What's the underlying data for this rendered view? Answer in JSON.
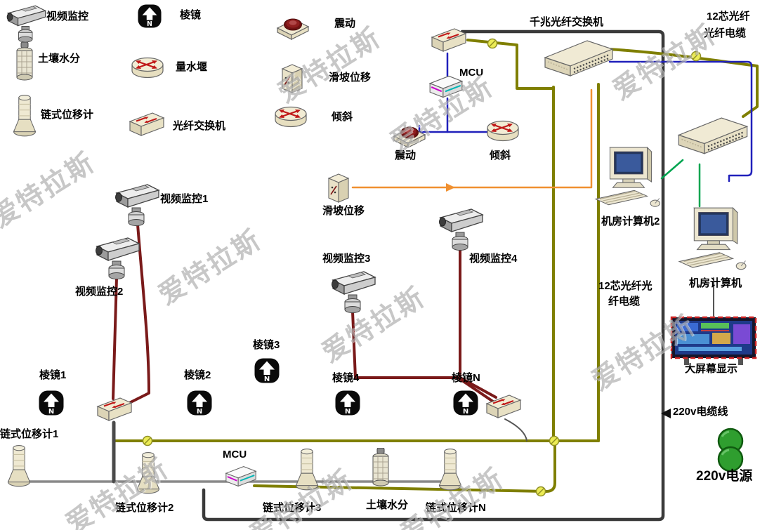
{
  "watermark": "爱特拉斯",
  "legend": {
    "video": "视频监控",
    "soil": "土壤水分",
    "chain": "链式位移计",
    "prism": "棱镜",
    "weir": "量水堰",
    "fiber_switch": "光纤交换机",
    "vibration": "震动",
    "landslide": "滑坡位移",
    "tilt": "倾斜"
  },
  "backbone": {
    "gigabit_switch": "千兆光纤交换机",
    "fiber_cable_top_line1": "12芯光纤",
    "fiber_cable_top_line2": "光纤电缆",
    "fiber_cable_right_line1": "12芯光纤光",
    "fiber_cable_right_line2": "纤电缆",
    "mcu": "MCU",
    "vibration": "震动",
    "tilt": "倾斜",
    "landslide": "滑坡位移"
  },
  "control_room": {
    "computer2": "机房计算机2",
    "computer1": "机房计算机",
    "big_screen": "大屏幕显示",
    "power_cable": "220v电缆线",
    "power_source": "220v电源"
  },
  "field": {
    "cam1": "视频监控1",
    "cam2": "视频监控2",
    "cam3": "视频监控3",
    "cam4": "视频监控4",
    "prism1": "棱镜1",
    "prism2": "棱镜2",
    "prism3": "棱镜3",
    "prism4": "棱镜4",
    "prismN": "棱镜N",
    "chain1": "链式位移计1",
    "chain2": "链式位移计2",
    "chain3": "链式位移计3",
    "chainN": "链式位移计N",
    "soil": "土壤水分",
    "mcu": "MCU"
  },
  "colors": {
    "camera_cable": "#7a1a1a",
    "fiber_cable": "#7f7f00",
    "mcu_cable": "#2020bb",
    "sensor_cable": "#f09030",
    "lan_cable": "#00a550",
    "rs485_cable": "#8a8a8a",
    "power_cable": "#3a3a3a"
  }
}
